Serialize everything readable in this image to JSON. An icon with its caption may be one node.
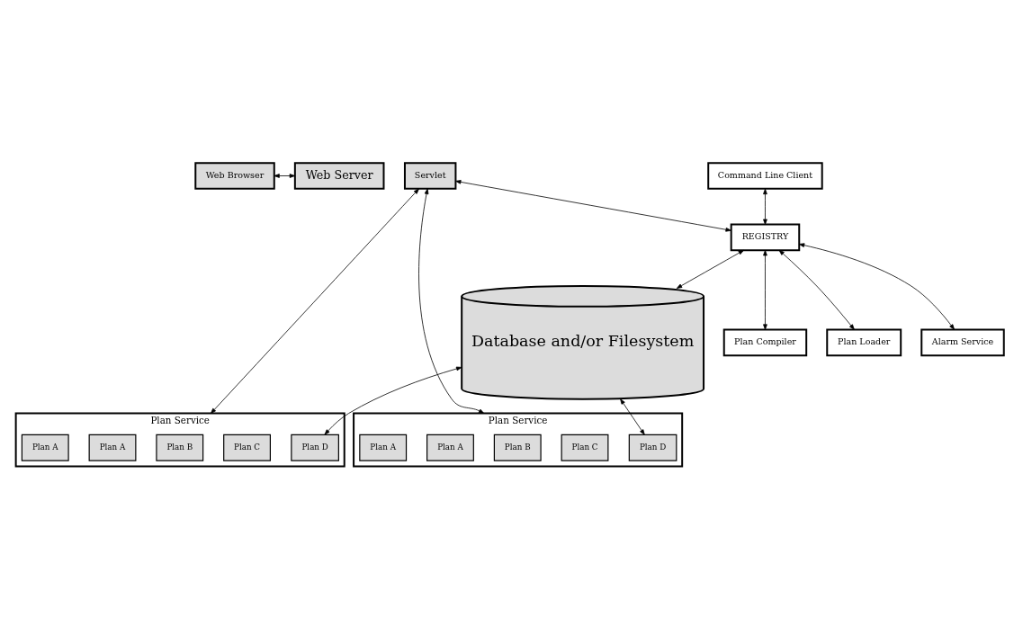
{
  "diagram": {
    "nodes": [
      {
        "text": [
          "Web Browser"
        ]
      },
      {
        "text": [
          "Web Server"
        ]
      },
      {
        "text": [
          "Servlet"
        ]
      },
      {
        "text": [
          "Plan Service"
        ]
      },
      {
        "text": [
          "Plan A"
        ],
        "in": 3
      },
      {
        "text": [
          "Plan A"
        ],
        "in": 3
      },
      {
        "text": [
          "Plan B"
        ],
        "in": 3
      },
      {
        "text": [
          "Plan C"
        ],
        "in": 3
      },
      {
        "text": [
          "Plan D"
        ],
        "in": 3
      },
      {
        "text": [
          "Plan Service"
        ]
      },
      {
        "text": [
          "Plan A"
        ],
        "in": 9
      },
      {
        "text": [
          "Plan A"
        ],
        "in": 9
      },
      {
        "text": [
          "Plan B"
        ],
        "in": 9
      },
      {
        "text": [
          "Plan C"
        ],
        "in": 9
      },
      {
        "text": [
          "Plan D"
        ],
        "in": 9
      },
      {
        "text": [
          "Command Line Client"
        ]
      },
      {
        "text": [
          "REGISTRY"
        ]
      },
      {
        "text": [
          "Plan Compiler"
        ]
      },
      {
        "text": [
          "Plan Loader"
        ]
      },
      {
        "text": [
          "Alarm Service"
        ]
      },
      {
        "text": [
          "Database and/or Filesystem"
        ]
      }
    ],
    "edges": [
      {
        "from": 0,
        "to": 1,
        "arrow": "both"
      },
      {
        "from": 2,
        "to": 3,
        "arrow": "both"
      },
      {
        "from": 2,
        "to": 9,
        "arrow": "both"
      },
      {
        "from": 2,
        "to": 16,
        "arrow": "both"
      },
      {
        "from": 15,
        "to": 16,
        "arrow": "both"
      },
      {
        "from": 16,
        "to": 17,
        "arrow": "both"
      },
      {
        "from": 16,
        "to": 18,
        "arrow": "both"
      },
      {
        "from": 16,
        "to": 19,
        "arrow": "both"
      },
      {
        "from": 16,
        "to": 20,
        "arrow": "both"
      },
      {
        "from": 20,
        "to": 14,
        "arrow": "both"
      },
      {
        "from": 20,
        "to": 8,
        "arrow": "both"
      }
    ]
  }
}
